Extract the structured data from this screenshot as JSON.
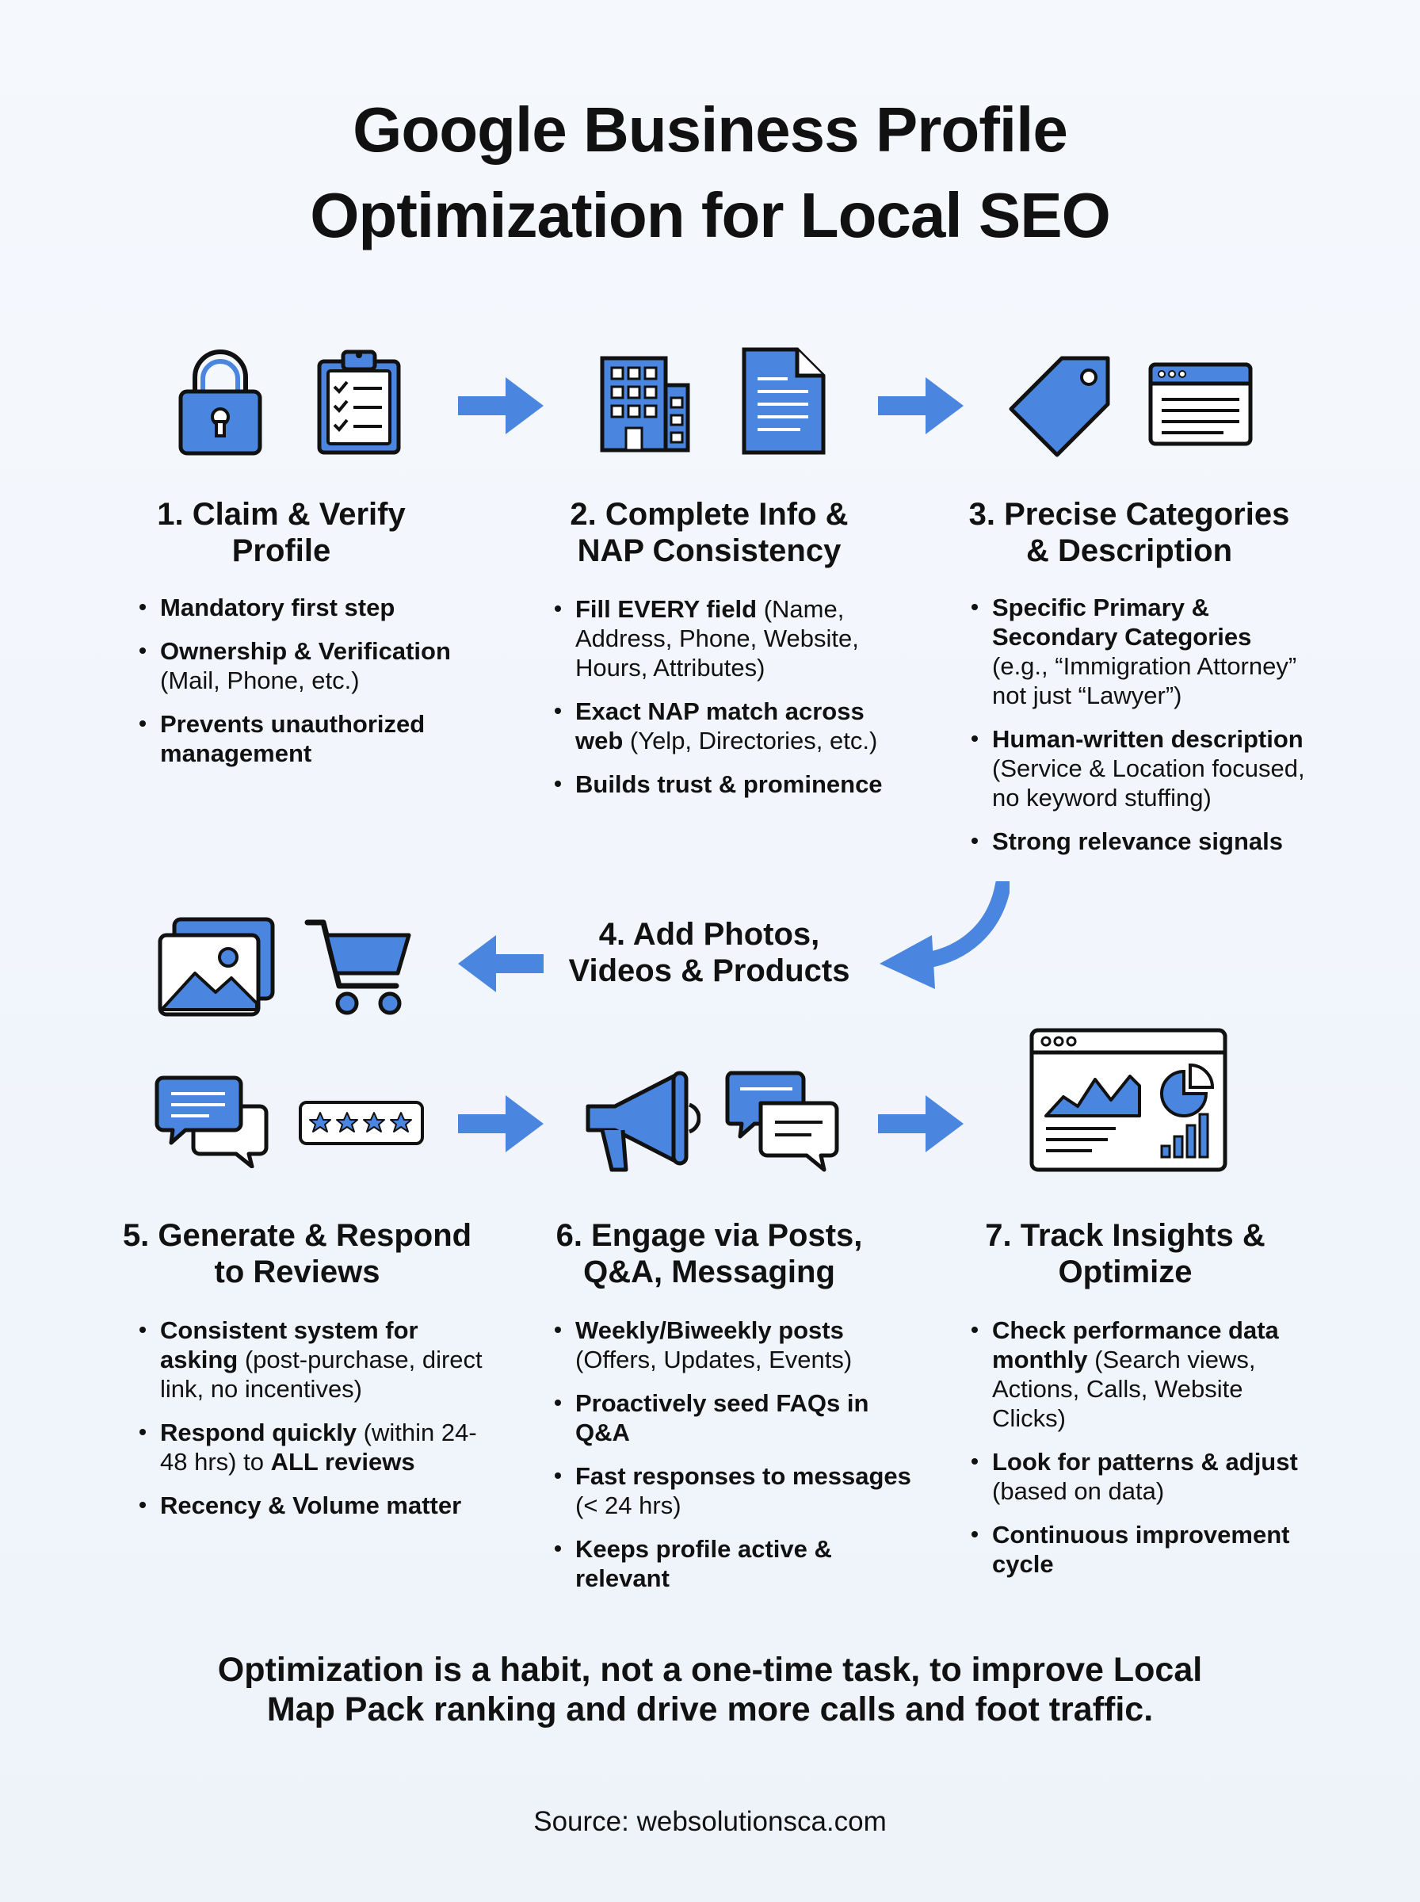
{
  "title": {
    "line1": "Google Business Profile",
    "line2": "Optimization for Local SEO"
  },
  "colors": {
    "accent": "#4a86e0",
    "outline": "#111111",
    "background": "#f3f6fb"
  },
  "steps": [
    {
      "title1": "1. Claim & Verify",
      "title2": "Profile",
      "icons": [
        "lock-icon",
        "clipboard-checklist-icon"
      ],
      "bullets": [
        {
          "bold": "Mandatory first step",
          "rest": ""
        },
        {
          "bold": "Ownership & Verification",
          "rest": " (Mail, Phone, etc.)"
        },
        {
          "bold": "Prevents unauthorized management",
          "rest": ""
        }
      ]
    },
    {
      "title1": "2. Complete Info &",
      "title2": "NAP Consistency",
      "icons": [
        "office-building-icon",
        "document-icon"
      ],
      "bullets": [
        {
          "bold": "Fill EVERY field",
          "rest": " (Name, Address, Phone, Website, Hours, Attributes)"
        },
        {
          "bold": "Exact NAP match across web",
          "rest": " (Yelp, Directories, etc.)"
        },
        {
          "bold": "Builds trust & prominence",
          "rest": ""
        }
      ]
    },
    {
      "title1": "3. Precise Categories",
      "title2": "& Description",
      "icons": [
        "tag-icon",
        "browser-window-icon"
      ],
      "bullets": [
        {
          "bold": "Specific Primary & Secondary Categories",
          "rest": " (e.g., “Immigration Attorney” not just “Lawyer”)"
        },
        {
          "bold": "Human-written description",
          "rest": " (Service & Location focused, no keyword stuffing)"
        },
        {
          "bold": "Strong relevance signals",
          "rest": ""
        }
      ]
    },
    {
      "title1": "4. Add Photos,",
      "title2": "Videos & Products",
      "icons": [
        "photo-gallery-icon",
        "shopping-cart-icon"
      ],
      "bullets": []
    },
    {
      "title1": "5. Generate & Respond",
      "title2": "to Reviews",
      "icons": [
        "chat-bubbles-icon",
        "star-rating-icon"
      ],
      "bullets": [
        {
          "bold": "Consistent system for asking",
          "rest": " (post-purchase, direct link, no incentives)"
        },
        {
          "bold": "Respond quickly",
          "rest": " (within 24-48 hrs) to ",
          "bold2": "ALL reviews"
        },
        {
          "bold": "Recency & Volume matter",
          "rest": ""
        }
      ]
    },
    {
      "title1": "6. Engage via Posts,",
      "title2": "Q&A, Messaging",
      "icons": [
        "megaphone-icon",
        "message-bubbles-icon"
      ],
      "bullets": [
        {
          "bold": "Weekly/Biweekly posts",
          "rest": " (Offers, Updates, Events)"
        },
        {
          "bold": "Proactively seed FAQs in Q&A",
          "rest": ""
        },
        {
          "bold": "Fast responses to messages",
          "rest": " (< 24 hrs)"
        },
        {
          "bold": "Keeps profile active & relevant",
          "rest": ""
        }
      ]
    },
    {
      "title1": "7. Track Insights &",
      "title2": "Optimize",
      "icons": [
        "analytics-dashboard-icon"
      ],
      "bullets": [
        {
          "bold": "Check performance data monthly",
          "rest": " (Search views, Actions, Calls, Website Clicks)"
        },
        {
          "bold": "Look for patterns & adjust",
          "rest": " (based on data)"
        },
        {
          "bold": "Continuous improvement cycle",
          "rest": ""
        }
      ]
    }
  ],
  "footer": {
    "line1": "Optimization is a habit, not a one-time task, to improve Local",
    "line2": "Map Pack ranking and drive more calls and foot traffic."
  },
  "source": "Source: websolutionsca.com"
}
